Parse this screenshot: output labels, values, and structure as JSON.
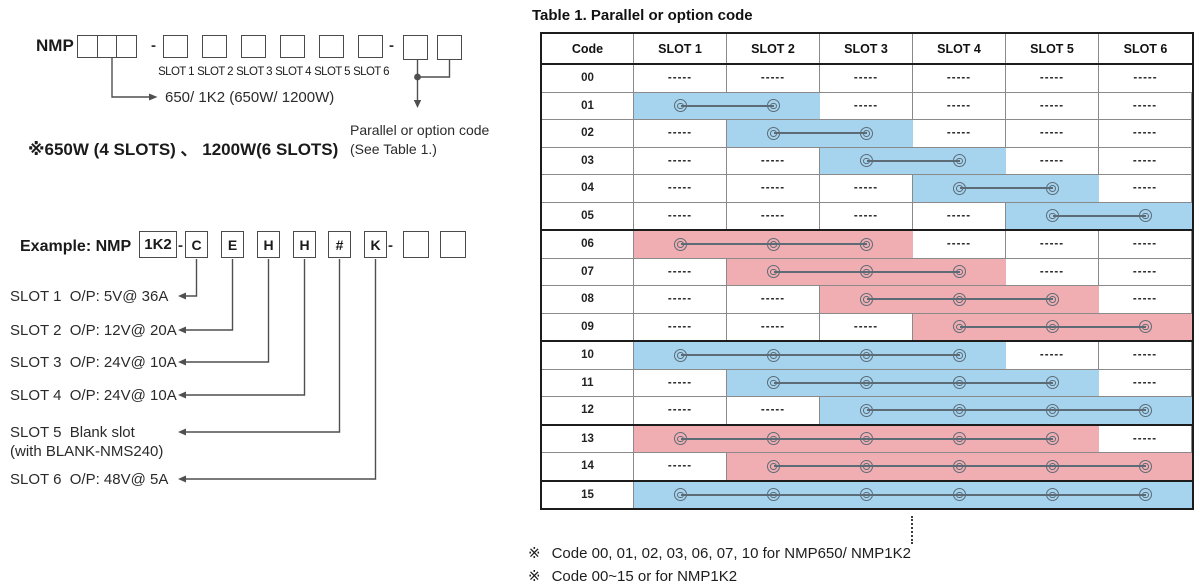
{
  "left_panel": {
    "model_prefix": "NMP",
    "separator": "-",
    "slot_box_labels": [
      "SLOT 1",
      "SLOT 2",
      "SLOT 3",
      "SLOT 4",
      "SLOT 5",
      "SLOT 6"
    ],
    "wattage_callout": "650/ 1K2 (650W/ 1200W)",
    "wattage_note": "※650W (4 SLOTS) 、 1200W(6 SLOTS)",
    "parallel_note_line1": "Parallel or option code",
    "parallel_note_line2": "(See Table 1.)",
    "example": {
      "label": "Example: NMP",
      "model_code": "1K2",
      "slot_codes": [
        "C",
        "E",
        "H",
        "H",
        "#",
        "K"
      ],
      "slot_descriptions": [
        "SLOT 1  O/P: 5V@ 36A",
        "SLOT 2  O/P: 12V@ 20A",
        "SLOT 3  O/P: 24V@ 10A",
        "SLOT 4  O/P: 24V@ 10A",
        "SLOT 5  Blank slot",
        "SLOT 6  O/P: 48V@ 5A"
      ],
      "slot5_note": "(with BLANK-NMS240)"
    }
  },
  "table": {
    "title": "Table 1. Parallel or option code",
    "columns": [
      "Code",
      "SLOT 1",
      "SLOT 2",
      "SLOT 3",
      "SLOT 4",
      "SLOT 5",
      "SLOT 6"
    ],
    "empty_cell": "-----",
    "band_colors": {
      "blue": "#a6d4ef",
      "pink": "#f0aeb3"
    },
    "rows": [
      {
        "code": "00",
        "band": null
      },
      {
        "code": "01",
        "band": {
          "color": "blue",
          "from": 1,
          "to": 2
        }
      },
      {
        "code": "02",
        "band": {
          "color": "blue",
          "from": 2,
          "to": 3
        }
      },
      {
        "code": "03",
        "band": {
          "color": "blue",
          "from": 3,
          "to": 4
        }
      },
      {
        "code": "04",
        "band": {
          "color": "blue",
          "from": 4,
          "to": 5
        }
      },
      {
        "code": "05",
        "band": {
          "color": "blue",
          "from": 5,
          "to": 6
        },
        "group_end": true
      },
      {
        "code": "06",
        "band": {
          "color": "pink",
          "from": 1,
          "to": 3
        }
      },
      {
        "code": "07",
        "band": {
          "color": "pink",
          "from": 2,
          "to": 4
        }
      },
      {
        "code": "08",
        "band": {
          "color": "pink",
          "from": 3,
          "to": 5
        }
      },
      {
        "code": "09",
        "band": {
          "color": "pink",
          "from": 4,
          "to": 6
        },
        "group_end": true
      },
      {
        "code": "10",
        "band": {
          "color": "blue",
          "from": 1,
          "to": 4
        }
      },
      {
        "code": "11",
        "band": {
          "color": "blue",
          "from": 2,
          "to": 5
        }
      },
      {
        "code": "12",
        "band": {
          "color": "blue",
          "from": 3,
          "to": 6
        },
        "group_end": true
      },
      {
        "code": "13",
        "band": {
          "color": "pink",
          "from": 1,
          "to": 5
        }
      },
      {
        "code": "14",
        "band": {
          "color": "pink",
          "from": 2,
          "to": 6
        },
        "group_end": true
      },
      {
        "code": "15",
        "band": {
          "color": "blue",
          "from": 1,
          "to": 6
        }
      }
    ],
    "note_marker": "※",
    "notes": [
      "Code 00, 01, 02, 03, 06, 07, 10 for NMP650/ NMP1K2",
      "Code 00~15 or for NMP1K2"
    ]
  }
}
